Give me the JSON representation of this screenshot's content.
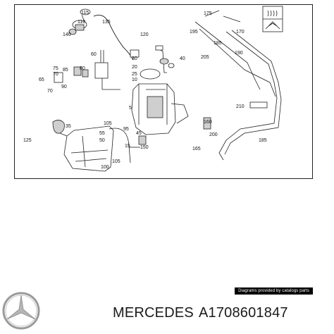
{
  "diagram": {
    "callouts": [
      "115",
      "110",
      "135",
      "140",
      "120",
      "175",
      "195",
      "170",
      "185",
      "205",
      "190",
      "60",
      "40",
      "30",
      "20",
      "25",
      "10",
      "75",
      "85",
      "80",
      "65",
      "70",
      "90",
      "70",
      "5",
      "210",
      "35",
      "105",
      "95",
      "55",
      "50",
      "45",
      "150",
      "160",
      "200",
      "165",
      "185",
      "125",
      "15",
      "100",
      "105"
    ]
  },
  "credit": "Diagrams provided by catalogs parts",
  "footer": {
    "brand": "MERCEDES",
    "part_number": "A1708601847"
  },
  "icons": {
    "logo": "mercedes-star-logo",
    "warning_box": "washer-nozzle-symbol-icon"
  }
}
